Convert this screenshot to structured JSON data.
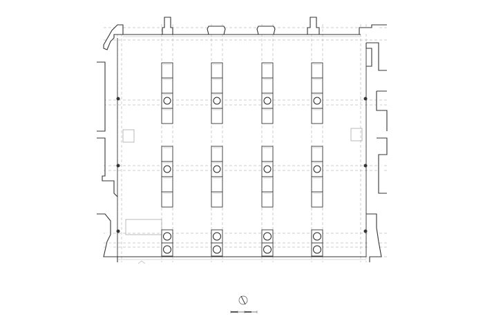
{
  "drawing": {
    "type": "architectural-floor-plan",
    "pier_grid": {
      "columns": 4,
      "rows": 2,
      "sections_per_pier": 4
    },
    "front_column_pairs": 4,
    "north_arrow_icon": "north-arrow-icon",
    "scale_bar_icon": "scale-bar-icon"
  },
  "colors": {
    "wall": "#333333",
    "grid": "#9a9a9a",
    "background": "#ffffff"
  }
}
